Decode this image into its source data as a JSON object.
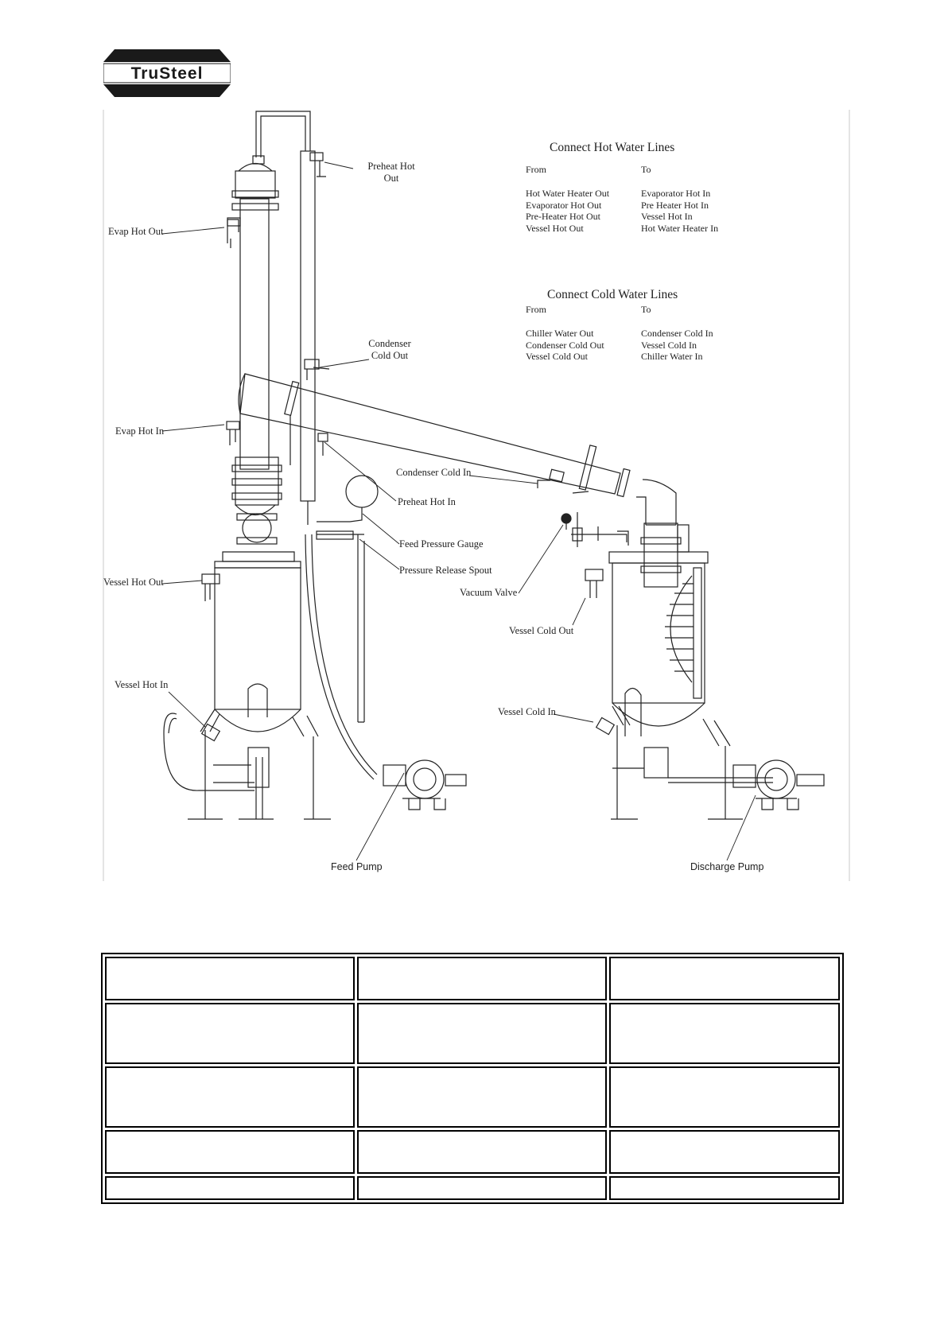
{
  "brand": {
    "logo_text": "TruSteel"
  },
  "connections": {
    "hot": {
      "title": "Connect Hot Water Lines",
      "from_header": "From",
      "to_header": "To",
      "rows": [
        {
          "from": "Hot Water Heater Out",
          "to": "Evaporator Hot In"
        },
        {
          "from": "Evaporator Hot Out",
          "to": "Pre Heater Hot In"
        },
        {
          "from": "Pre-Heater Hot Out",
          "to": "Vessel Hot In"
        },
        {
          "from": "Vessel Hot Out",
          "to": "Hot Water Heater In"
        }
      ]
    },
    "cold": {
      "title": "Connect Cold Water Lines",
      "from_header": "From",
      "to_header": "To",
      "rows": [
        {
          "from": "Chiller Water Out",
          "to": "Condenser Cold In"
        },
        {
          "from": "Condenser Cold Out",
          "to": "Vessel Cold In"
        },
        {
          "from": "Vessel Cold Out",
          "to": "Chiller Water In"
        }
      ]
    }
  },
  "labels": {
    "preheat_hot_out": "Preheat Hot Out",
    "evap_hot_out": "Evap Hot Out",
    "condenser_cold_out": "Condenser Cold Out",
    "evap_hot_in": "Evap Hot In",
    "condenser_cold_in": "Condenser Cold In",
    "preheat_hot_in": "Preheat Hot In",
    "feed_pressure_gauge": "Feed Pressure Gauge",
    "pressure_release_spout": "Pressure Release Spout",
    "vacuum_valve": "Vacuum Valve",
    "vessel_hot_out": "Vessel Hot Out",
    "vessel_cold_out": "Vessel Cold Out",
    "vessel_hot_in": "Vessel Hot In",
    "vessel_cold_in": "Vessel Cold In",
    "feed_pump": "Feed Pump",
    "discharge_pump": "Discharge Pump"
  },
  "table": {
    "rows": 5,
    "columns": 3
  },
  "colors": {
    "line": "#222222",
    "background": "#ffffff"
  }
}
